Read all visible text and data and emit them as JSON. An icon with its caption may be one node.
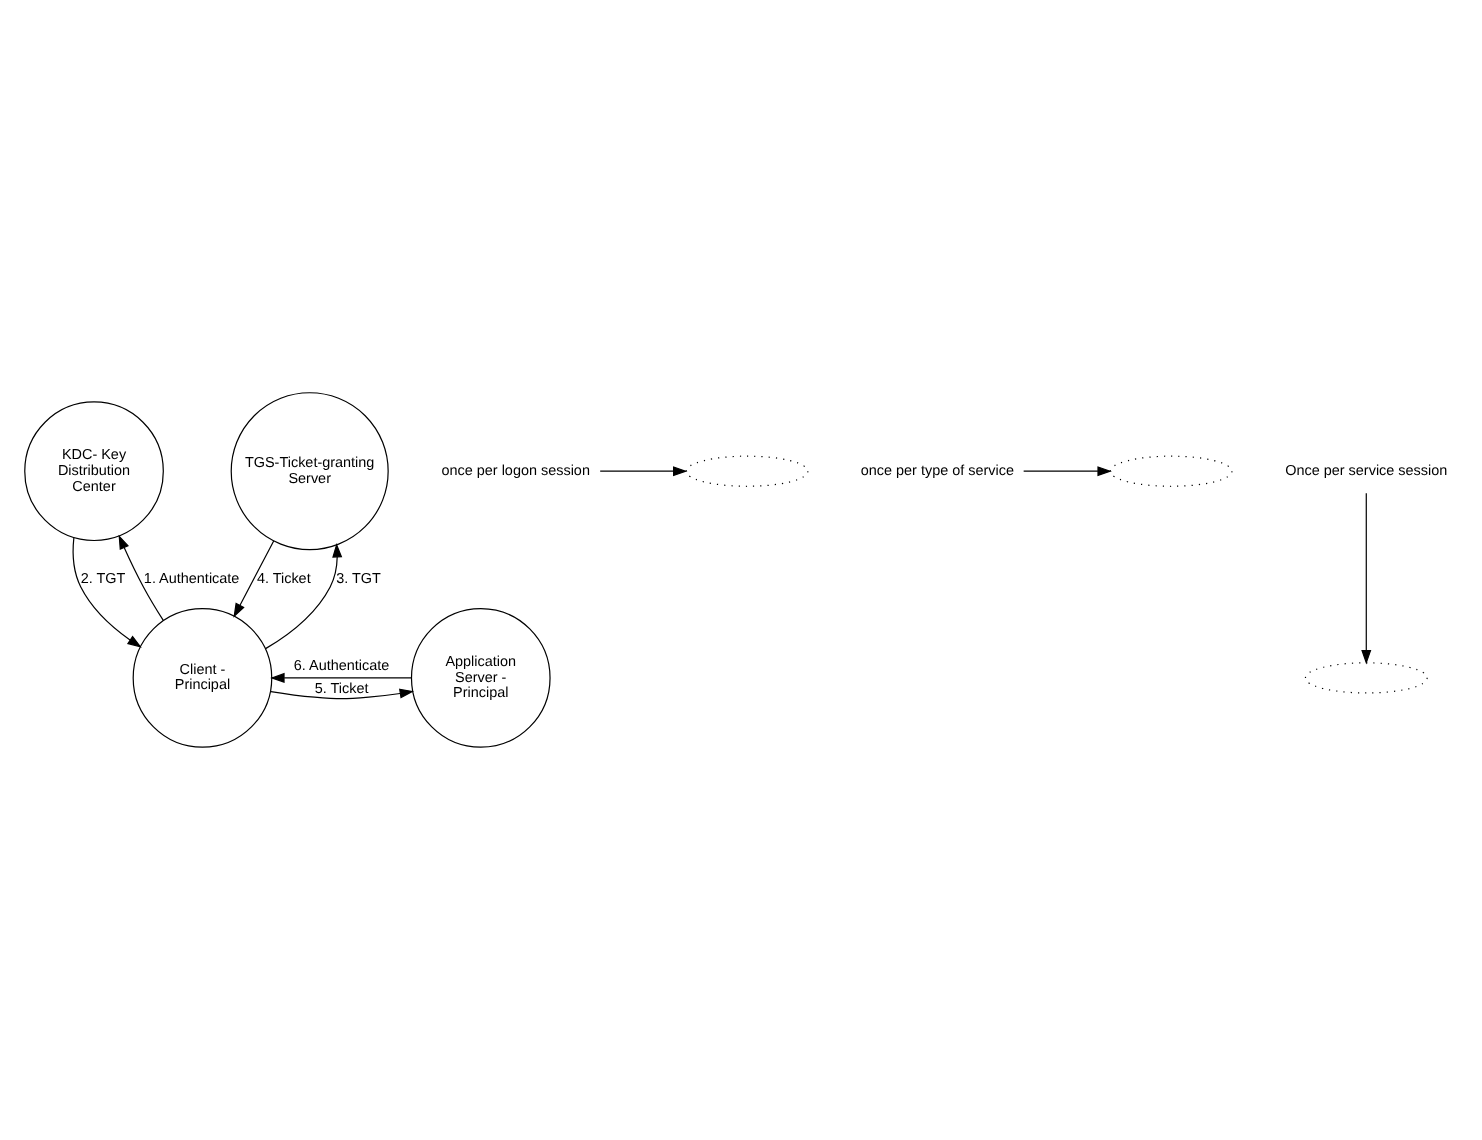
{
  "diagram": {
    "nodes": [
      {
        "text": [
          "KDC- Key Distribution Center"
        ]
      },
      {
        "text": [
          "TGS-Ticket-granting Server"
        ]
      },
      {
        "text": [],
        "shape": "ellipse"
      },
      {
        "text": [],
        "shape": "ellipse"
      },
      {
        "text": [
          "once per type of service"
        ]
      },
      {
        "text": [
          "once per logon session"
        ]
      },
      {
        "text": [
          "Client - Principal"
        ]
      },
      {
        "text": [
          "Application Server - Principal"
        ]
      },
      {
        "text": [],
        "shape": "ellipse"
      },
      {
        "text": [
          "Once per service session"
        ]
      }
    ],
    "edges": [
      {
        "from": 6,
        "to": 0,
        "arrow": "to",
        "label": "1. Authenticate"
      },
      {
        "from": 0,
        "to": 6,
        "arrow": "to",
        "label": "2. TGT"
      },
      {
        "from": 6,
        "to": 1,
        "arrow": "to",
        "label": "3. TGT"
      },
      {
        "from": 1,
        "to": 6,
        "arrow": "to",
        "label": "4. Ticket"
      },
      {
        "from": 6,
        "to": 7,
        "arrow": "to",
        "label": "5. Ticket"
      },
      {
        "from": 7,
        "to": 6,
        "arrow": "to",
        "label": "6. Authenticate"
      },
      {
        "from": 5,
        "to": 2,
        "arrow": "to"
      },
      {
        "from": 4,
        "to": 3,
        "arrow": "to"
      },
      {
        "from": 9,
        "to": 8,
        "arrow": "to"
      }
    ]
  }
}
